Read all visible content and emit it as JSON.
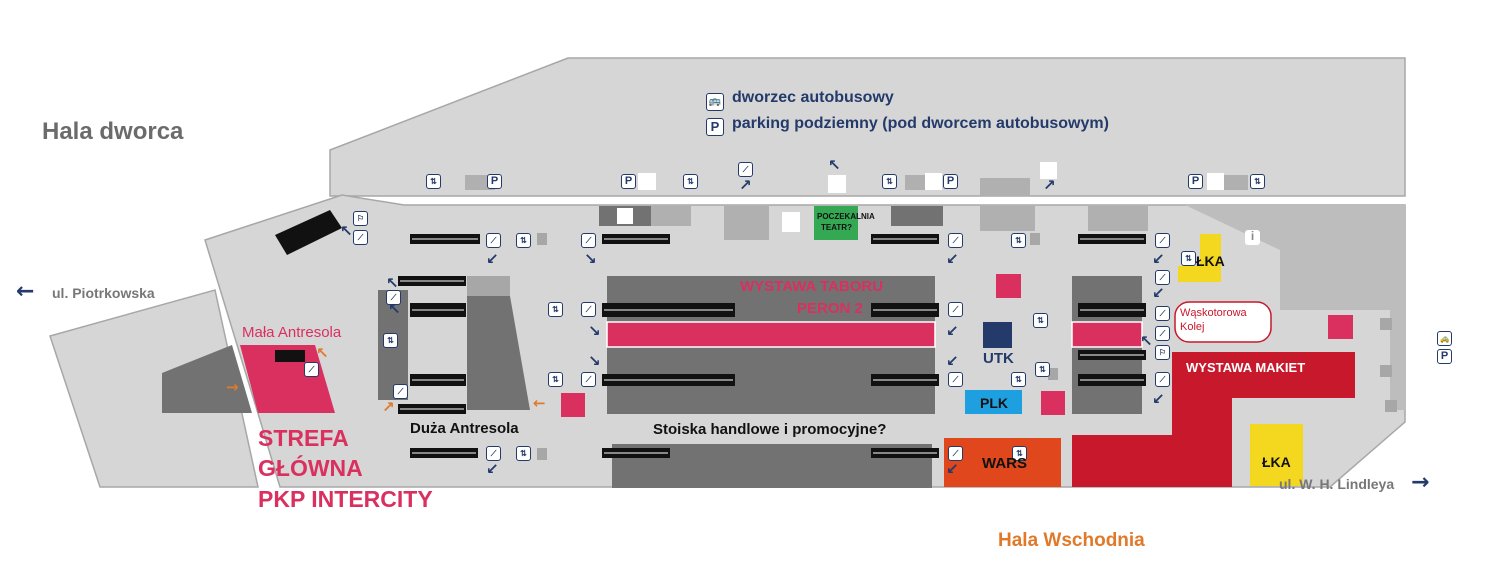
{
  "labels": {
    "hala_dworca": "Hala dworca",
    "bus_station": "dworzec autobusowy",
    "underground_parking": "parking podziemny (pod dworcem autobusowym)",
    "ul_piotrkowska": "ul. Piotrkowska",
    "mala_antresola": "Mała Antresola",
    "duza_antresola": "Duża Antresola",
    "strefa_line1": "STREFA",
    "strefa_line2": "GŁÓWNA",
    "strefa_line3": "PKP INTERCITY",
    "wystawa_taboru_line1": "WYSTAWA TABORU",
    "wystawa_taboru_line2": "PERON 2",
    "poczekalnia_line1": "POCZEKALNIA",
    "poczekalnia_line2": "TEATR?",
    "utk": "UTK",
    "plk": "PLK",
    "stoiska": "Stoiska handlowe i promocyjne?",
    "wars": "WARS",
    "waskotorowa_line1": "Wąskotorowa",
    "waskotorowa_line2": "Kolej",
    "wystawa_makiet": "WYSTAWA MAKIET",
    "lka_top": "ŁKA",
    "lka_bottom": "ŁKA",
    "ul_lindleya": "ul. W. H. Lindleya",
    "hala_wschodnia": "Hala Wschodnia"
  },
  "icons": {
    "bus_glyph": "🚌",
    "parking_glyph": "P",
    "info_glyph": "i",
    "arrow_left": "←",
    "arrow_right": "→"
  },
  "colors": {
    "hall": "#d6d6d6",
    "hall_border": "#a7a7a7",
    "dark_block": "#727272",
    "pink": "#d9305f",
    "red": "#c8182c",
    "navy": "#233a6a",
    "blue": "#1ea0e0",
    "wars": "#e0471c",
    "yellow": "#f4d820",
    "green": "#34a853",
    "orange": "#e07a2a"
  }
}
